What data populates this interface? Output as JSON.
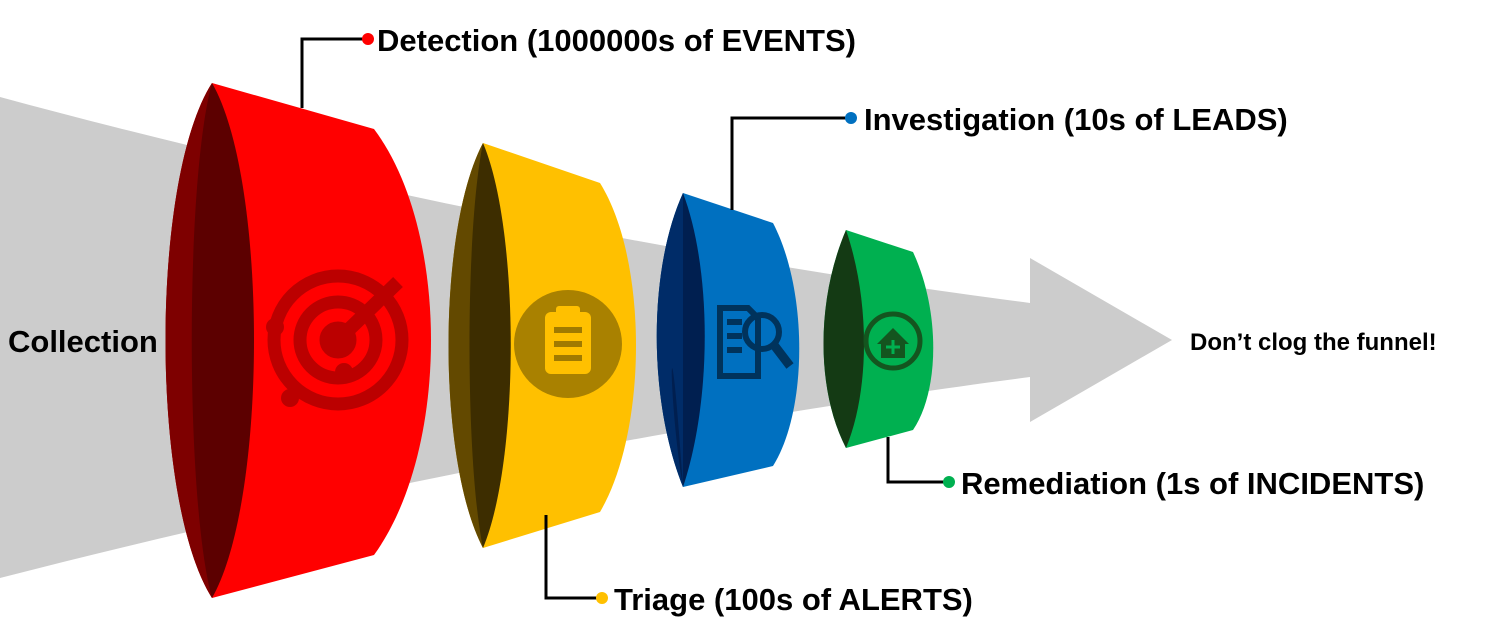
{
  "left_label": "Collection",
  "right_label": "Don’t clog the funnel!",
  "stages": [
    {
      "label": "Detection (1000000s of EVENTS)",
      "color": "#ff0000",
      "icon": "radar-icon"
    },
    {
      "label": "Triage (100s of ALERTS)",
      "color": "#ffc000",
      "icon": "clipboard-icon"
    },
    {
      "label": "Investigation (10s of LEADS)",
      "color": "#0070c0",
      "icon": "document-search-icon"
    },
    {
      "label": "Remediation (1s of INCIDENTS)",
      "color": "#00b050",
      "icon": "house-plus-icon"
    }
  ],
  "colors": {
    "funnel": "#cccccc",
    "text": "#000000"
  }
}
